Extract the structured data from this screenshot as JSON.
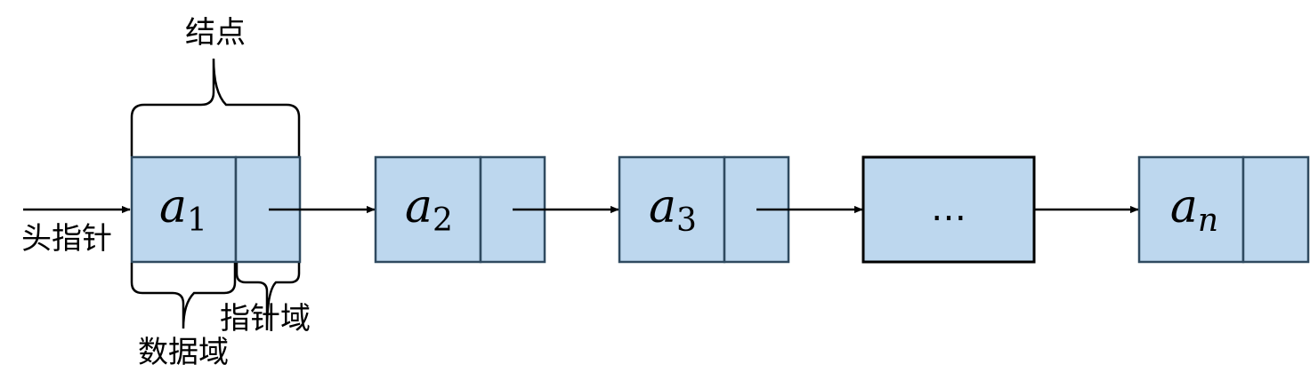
{
  "labels": {
    "node": "结点",
    "head_pointer": "头指针",
    "data_field": "数据域",
    "pointer_field": "指针域"
  },
  "nodes": [
    {
      "base": "a",
      "sub": "1"
    },
    {
      "base": "a",
      "sub": "2"
    },
    {
      "base": "a",
      "sub": "3"
    },
    {
      "ellipsis": "…"
    },
    {
      "base": "a",
      "sub": "n"
    }
  ],
  "colors": {
    "cell_fill": "#bdd7ee",
    "cell_border": "#2f4a60",
    "line": "#000000"
  }
}
